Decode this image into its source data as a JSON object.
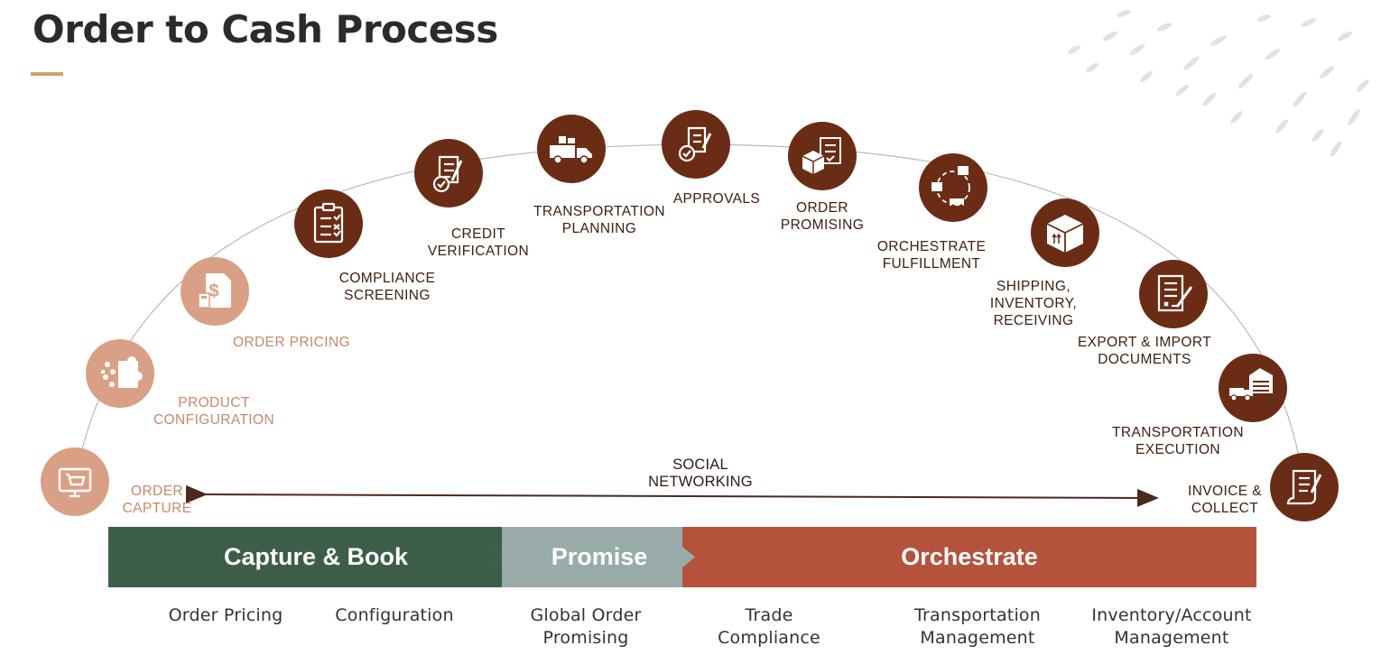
{
  "title": "Order to Cash Process",
  "colors": {
    "light_step": "#d9a085",
    "dark_step": "#6b2c16",
    "capture_book": "#3c5e47",
    "promise": "#98aba8",
    "orchestrate": "#b5523b"
  },
  "steps": [
    {
      "label": "ORDER\nCAPTURE",
      "icon": "computer-cart-icon"
    },
    {
      "label": "PRODUCT\nCONFIGURATION",
      "icon": "puzzle-icon"
    },
    {
      "label": "ORDER PRICING",
      "icon": "price-tag-icon"
    },
    {
      "label": "COMPLIANCE\nSCREENING",
      "icon": "clipboard-checklist-icon"
    },
    {
      "label": "CREDIT\nVERIFICATION",
      "icon": "document-check-icon"
    },
    {
      "label": "TRANSPORTATION\nPLANNING",
      "icon": "truck-icon"
    },
    {
      "label": "APPROVALS",
      "icon": "approval-document-icon"
    },
    {
      "label": "ORDER\nPROMISING",
      "icon": "box-document-icon"
    },
    {
      "label": "ORCHESTRATE\nFULFILLMENT",
      "icon": "fulfillment-cycle-icon"
    },
    {
      "label": "SHIPPING,\nINVENTORY,\nRECEIVING",
      "icon": "package-icon"
    },
    {
      "label": "EXPORT & IMPORT\nDOCUMENTS",
      "icon": "signature-document-icon"
    },
    {
      "label": "TRANSPORTATION\nEXECUTION",
      "icon": "warehouse-truck-icon"
    },
    {
      "label": "INVOICE &\nCOLLECT",
      "icon": "invoice-scroll-icon"
    }
  ],
  "social": "SOCIAL\nNETWORKING",
  "phases": [
    "Capture & Book",
    "Promise",
    "Orchestrate"
  ],
  "sub_labels": [
    "Order Pricing",
    "Configuration",
    "Global Order\nPromising",
    "Trade\nCompliance",
    "Transportation\nManagement",
    "Inventory/Account\nManagement"
  ]
}
